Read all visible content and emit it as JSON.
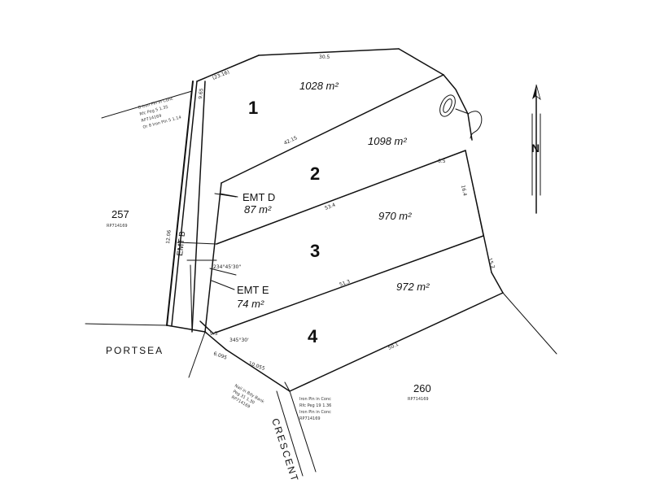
{
  "lots": [
    {
      "number": "1",
      "area": "1028 m²"
    },
    {
      "number": "2",
      "area": "1098 m²"
    },
    {
      "number": "3",
      "area": "970 m²"
    },
    {
      "number": "4",
      "area": "972 m²"
    }
  ],
  "easements": [
    {
      "label": "EMT D",
      "area": "87 m²"
    },
    {
      "label": "EMT E",
      "area": "74 m²"
    },
    {
      "label": "EMT B"
    }
  ],
  "adjoining": [
    {
      "number": "257",
      "plan": "RP714169"
    },
    {
      "number": "260",
      "plan": "RP714169"
    }
  ],
  "roads": {
    "west": "PORTSEA",
    "south": "CRESCENT"
  },
  "north_label": "N",
  "dimensions": {
    "top_boundary": "30.5",
    "lot1_north": "(23.16)",
    "lot1_west": "9.65",
    "lot1_2_line": "42.15",
    "lot2_3_line": "53.4",
    "lot3_4_line": "51.3",
    "lot4_south": "50.1",
    "east_a": "16.4",
    "east_b": "15.2",
    "west_street": "12.06",
    "bearing_a": "234°45'30\"",
    "bearing_b": "345°30'",
    "corner_a": "9.5",
    "corner_b": "6.5",
    "portsea_seg": "10.055",
    "crescent_seg": "6.095"
  },
  "notes": {
    "nw_corner": [
      "O Iron Pin in Conc",
      "Rfc Peg 5 1.35",
      "RP714169",
      "Or 8 Iron Pin 5 1.14"
    ],
    "sw_corner": [
      "Nail in Bdy Bank",
      "Peg 31 1.30",
      "RP714169"
    ],
    "se_corner": [
      "Iron Pin in Conc",
      "Rfc Peg 19 1.36",
      "Iron Pin in Conc",
      "RP714169"
    ]
  }
}
